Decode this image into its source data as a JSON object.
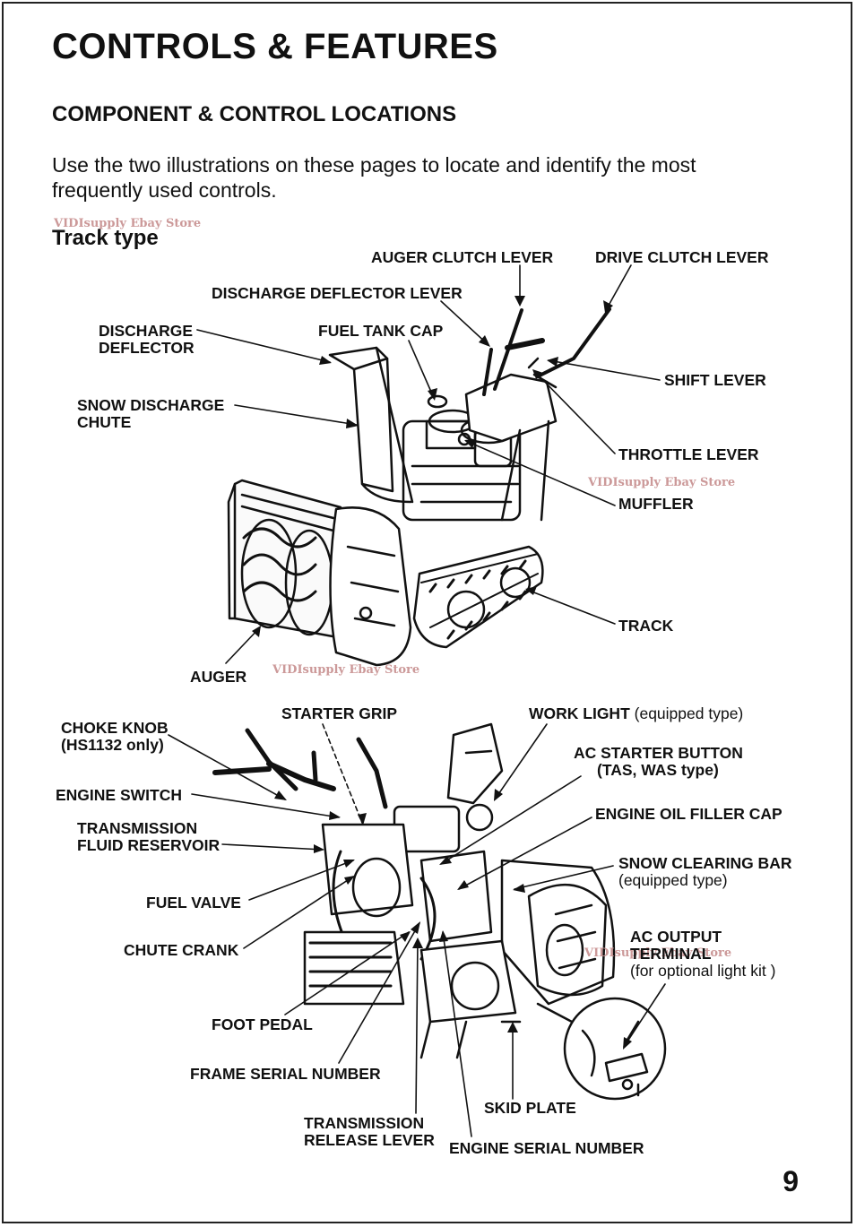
{
  "page": {
    "title": "CONTROLS & FEATURES",
    "section": "COMPONENT & CONTROL LOCATIONS",
    "intro": "Use the two illustrations on these pages to locate and identify the most frequently used controls.",
    "subsection": "Track type",
    "page_number": "9",
    "watermark": "VIDIsupply Ebay Store"
  },
  "top_labels": {
    "auger_clutch_lever": "AUGER CLUTCH LEVER",
    "drive_clutch_lever": "DRIVE CLUTCH LEVER",
    "discharge_deflector_lever": "DISCHARGE DEFLECTOR LEVER",
    "discharge_deflector_1": "DISCHARGE",
    "discharge_deflector_2": "DEFLECTOR",
    "fuel_tank_cap": "FUEL TANK CAP",
    "snow_discharge_chute_1": "SNOW DISCHARGE",
    "snow_discharge_chute_2": "CHUTE",
    "shift_lever": "SHIFT LEVER",
    "throttle_lever": "THROTTLE LEVER",
    "muffler": "MUFFLER",
    "track": "TRACK",
    "auger": "AUGER"
  },
  "bottom_labels": {
    "choke_knob_1": "CHOKE KNOB",
    "choke_knob_2": "(HS1132 only)",
    "starter_grip": "STARTER GRIP",
    "work_light": "WORK LIGHT",
    "work_light_note": "(equipped type)",
    "ac_starter_button_1": "AC STARTER BUTTON",
    "ac_starter_button_2": "(TAS, WAS type)",
    "engine_switch": "ENGINE SWITCH",
    "transmission_fluid_1": "TRANSMISSION",
    "transmission_fluid_2": "FLUID RESERVOIR",
    "engine_oil_filler_cap": "ENGINE OIL FILLER CAP",
    "snow_clearing_bar_1": "SNOW CLEARING BAR",
    "snow_clearing_bar_2": "(equipped type)",
    "fuel_valve": "FUEL VALVE",
    "ac_output_terminal_1": "AC OUTPUT",
    "ac_output_terminal_2": "TERMINAL",
    "ac_output_terminal_3": "(for optional light kit )",
    "chute_crank": "CHUTE CRANK",
    "foot_pedal": "FOOT PEDAL",
    "frame_serial_number": "FRAME SERIAL NUMBER",
    "skid_plate": "SKID PLATE",
    "transmission_release_1": "TRANSMISSION",
    "transmission_release_2": "RELEASE LEVER",
    "engine_serial_number": "ENGINE SERIAL NUMBER"
  }
}
